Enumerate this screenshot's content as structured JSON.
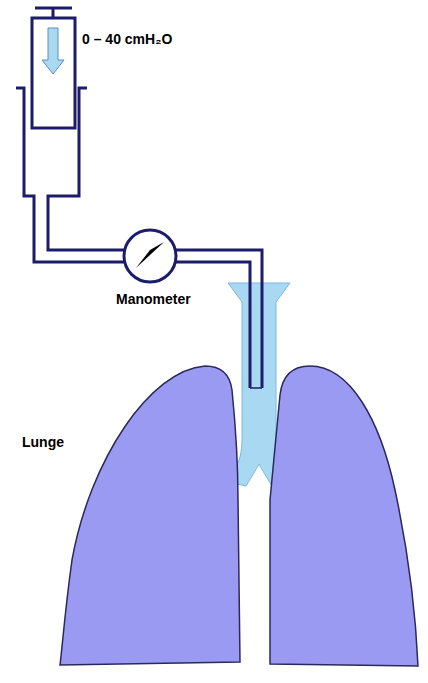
{
  "diagram": {
    "labels": [
      "0 – 40 cmH₂O",
      "Manometer",
      "Lunge"
    ]
  }
}
